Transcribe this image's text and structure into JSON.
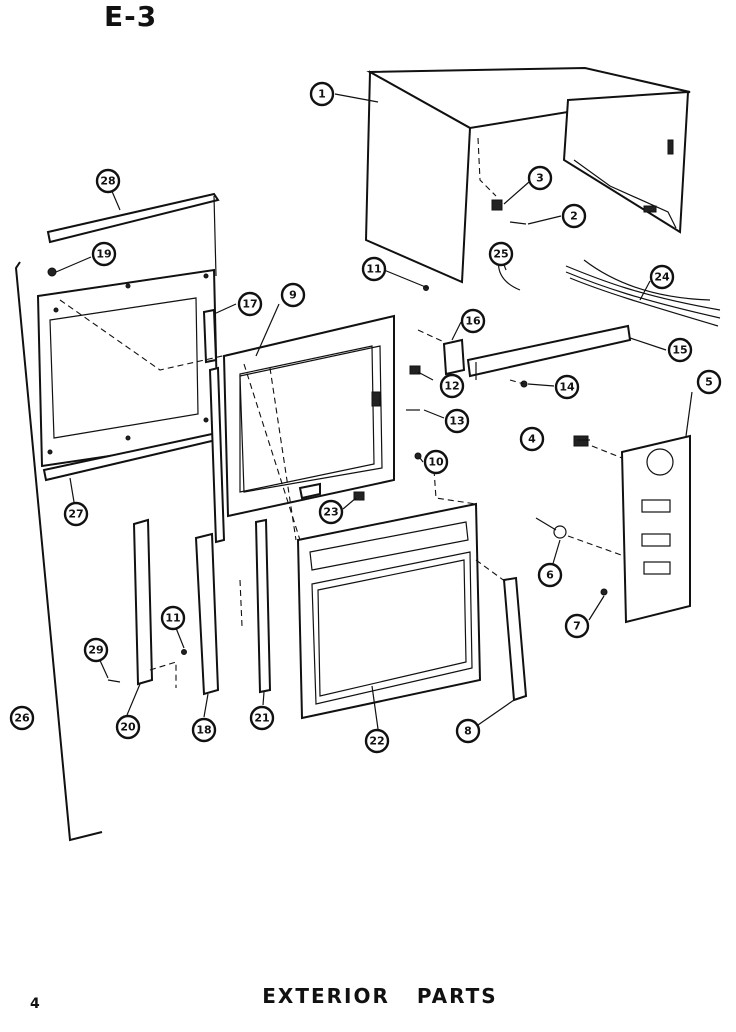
{
  "header": {
    "figure_id": "E-3"
  },
  "footer": {
    "page_number": "4",
    "caption": "EXTERIOR PARTS"
  },
  "callouts": {
    "c1": "1",
    "c2": "2",
    "c3": "3",
    "c4": "4",
    "c5": "5",
    "c6": "6",
    "c7": "7",
    "c8": "8",
    "c9": "9",
    "c10": "10",
    "c11a": "11",
    "c11b": "11",
    "c12": "12",
    "c13": "13",
    "c14": "14",
    "c15": "15",
    "c16": "16",
    "c17": "17",
    "c18": "18",
    "c19": "19",
    "c20": "20",
    "c21": "21",
    "c22": "22",
    "c23": "23",
    "c24": "24",
    "c25": "25",
    "c26": "26",
    "c27": "27",
    "c28": "28",
    "c29": "29"
  }
}
